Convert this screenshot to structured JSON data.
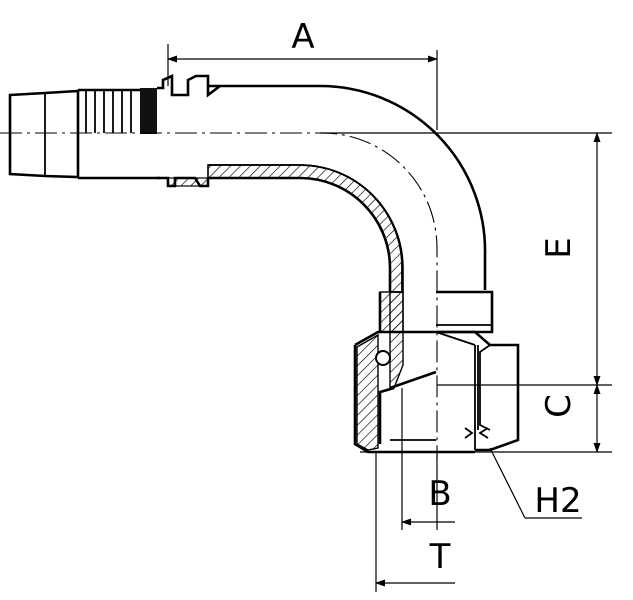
{
  "labels": {
    "a": "A",
    "e": "E",
    "c": "C",
    "b": "B",
    "t": "T",
    "h2": "H2"
  }
}
